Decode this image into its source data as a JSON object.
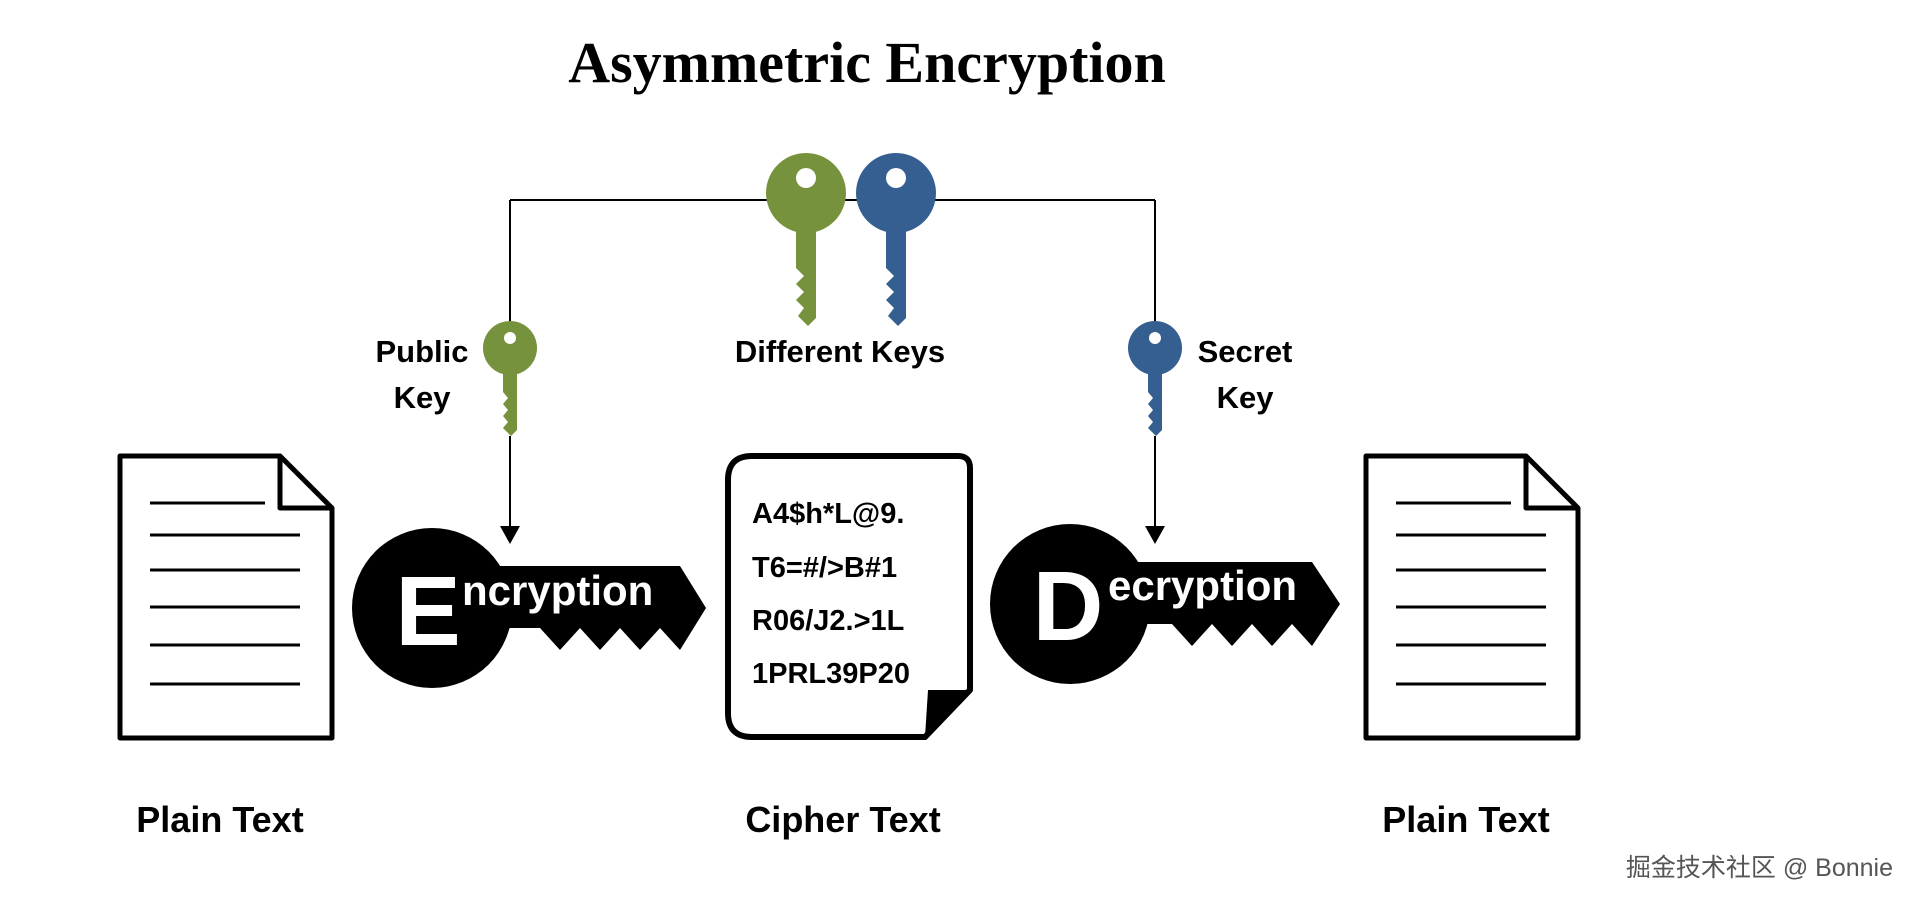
{
  "title": "Asymmetric Encryption",
  "center_label": "Different Keys",
  "public_key": {
    "line1": "Public",
    "line2": "Key",
    "color": "#76923C"
  },
  "secret_key": {
    "line1": "Secret",
    "line2": "Key",
    "color": "#365F91"
  },
  "encryption": {
    "initial": "E",
    "rest": "ncryption"
  },
  "decryption": {
    "initial": "D",
    "rest": "ecryption"
  },
  "cipher_lines": [
    "A4$h*L@9.",
    "T6=#/>B#1",
    "R06/J2.>1L",
    "1PRL39P20"
  ],
  "captions": {
    "left": "Plain Text",
    "middle": "Cipher Text",
    "right": "Plain Text"
  },
  "watermark": "掘金技术社区 @ Bonnie",
  "colors": {
    "ink": "#000000",
    "background": "#ffffff",
    "watermark": "#555555"
  },
  "icons": [
    "document-icon",
    "key-icon"
  ]
}
